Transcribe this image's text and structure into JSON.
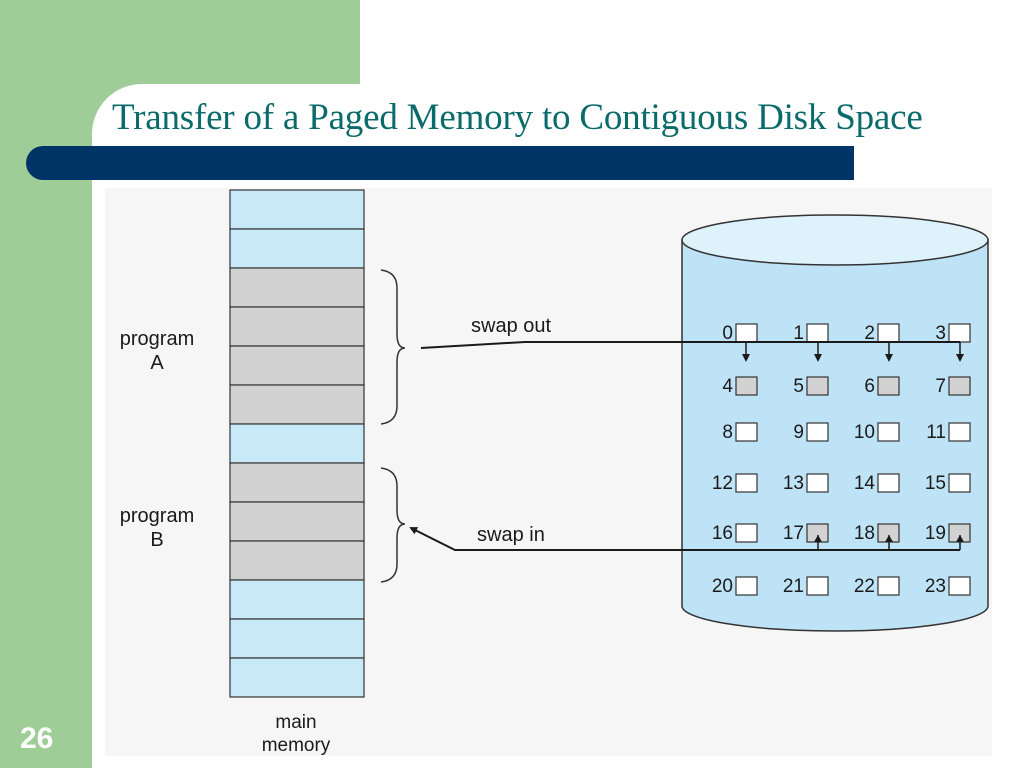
{
  "slide": {
    "title": "Transfer of a Paged Memory to Contiguous Disk Space",
    "page_number": "26"
  },
  "diagram": {
    "memory_label_line1": "main",
    "memory_label_line2": "memory",
    "program_a_line1": "program",
    "program_a_line2": "A",
    "program_b_line1": "program",
    "program_b_line2": "B",
    "swap_out_label": "swap out",
    "swap_in_label": "swap in",
    "memory_frames": [
      "free",
      "free",
      "program A",
      "program A",
      "program A",
      "program A",
      "free",
      "program B",
      "program B",
      "program B",
      "free",
      "free",
      "free"
    ],
    "disk_blocks": [
      {
        "num": "0",
        "used": false
      },
      {
        "num": "1",
        "used": false
      },
      {
        "num": "2",
        "used": false
      },
      {
        "num": "3",
        "used": false
      },
      {
        "num": "4",
        "used": true
      },
      {
        "num": "5",
        "used": true
      },
      {
        "num": "6",
        "used": true
      },
      {
        "num": "7",
        "used": true
      },
      {
        "num": "8",
        "used": false
      },
      {
        "num": "9",
        "used": false
      },
      {
        "num": "10",
        "used": false
      },
      {
        "num": "11",
        "used": false
      },
      {
        "num": "12",
        "used": false
      },
      {
        "num": "13",
        "used": false
      },
      {
        "num": "14",
        "used": false
      },
      {
        "num": "15",
        "used": false
      },
      {
        "num": "16",
        "used": false
      },
      {
        "num": "17",
        "used": true
      },
      {
        "num": "18",
        "used": true
      },
      {
        "num": "19",
        "used": true
      },
      {
        "num": "20",
        "used": false
      },
      {
        "num": "21",
        "used": false
      },
      {
        "num": "22",
        "used": false
      },
      {
        "num": "23",
        "used": false
      }
    ],
    "colors": {
      "free_frame": "#c8e9f8",
      "used_frame": "#d2d2d2",
      "disk_body": "#bfe3f6",
      "disk_top": "#def2fc"
    }
  }
}
